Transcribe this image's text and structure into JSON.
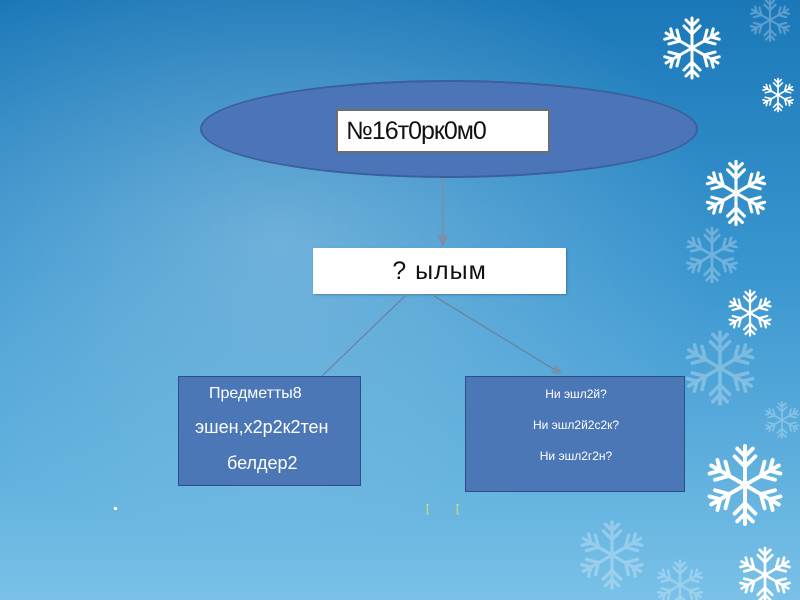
{
  "title_box": {
    "text": "№16т0рк0м0"
  },
  "center_box": {
    "text": "?  ылым"
  },
  "left_box": {
    "line1": "Предметты8",
    "line2": "эшен,х2р2к2тен",
    "line3": "белдер2"
  },
  "right_box": {
    "line1": "Ни эшл2й?",
    "line2": "Ни эшл2й2с2к?",
    "line3": "Ни эшл2г2н?"
  },
  "marks": {
    "bracket_a": "[",
    "bracket_b": "["
  },
  "colors": {
    "background_top": "#1b78b8",
    "background_bottom": "#79c1e8",
    "shape_fill": "#4b75b8",
    "box_fill": "#ffffff"
  },
  "icons": [
    "snowflake-icon"
  ]
}
